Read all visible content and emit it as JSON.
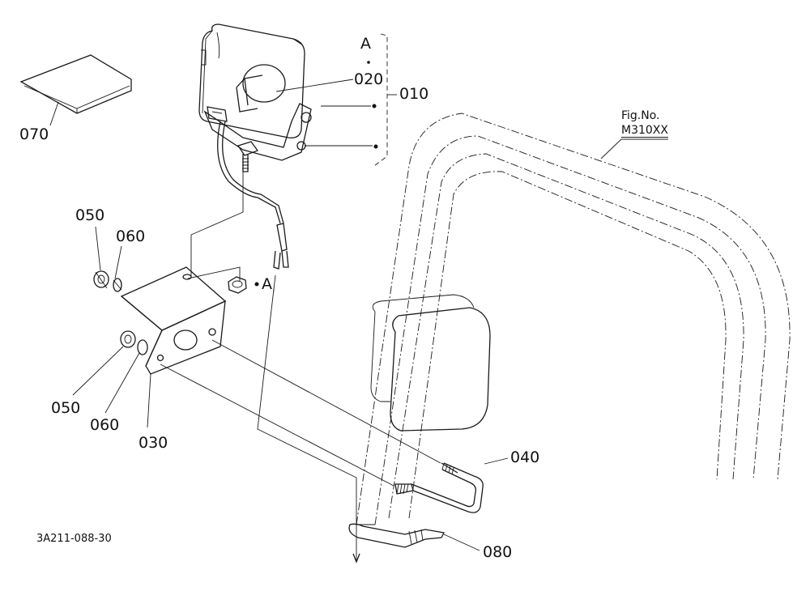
{
  "labels": {
    "p070": "070",
    "p020": "020",
    "p010": "010",
    "p050a": "050",
    "p060a": "060",
    "p050b": "050",
    "p060b": "060",
    "p030": "030",
    "p040": "040",
    "p080": "080",
    "viewA_top": "A",
    "viewA_side": "A",
    "fig_line1": "Fig.No.",
    "fig_line2": "M310XX",
    "drawing_code": "3A211-088-30"
  }
}
